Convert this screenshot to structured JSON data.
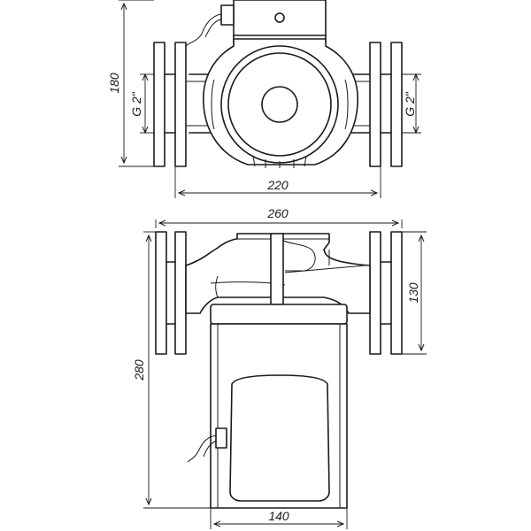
{
  "dimensions": {
    "top_height": "180",
    "top_width": "220",
    "thread_left": "G 2\"",
    "thread_right": "G 2\"",
    "side_width": "260",
    "side_height": "280",
    "side_flange_height": "130",
    "motor_width": "140"
  }
}
